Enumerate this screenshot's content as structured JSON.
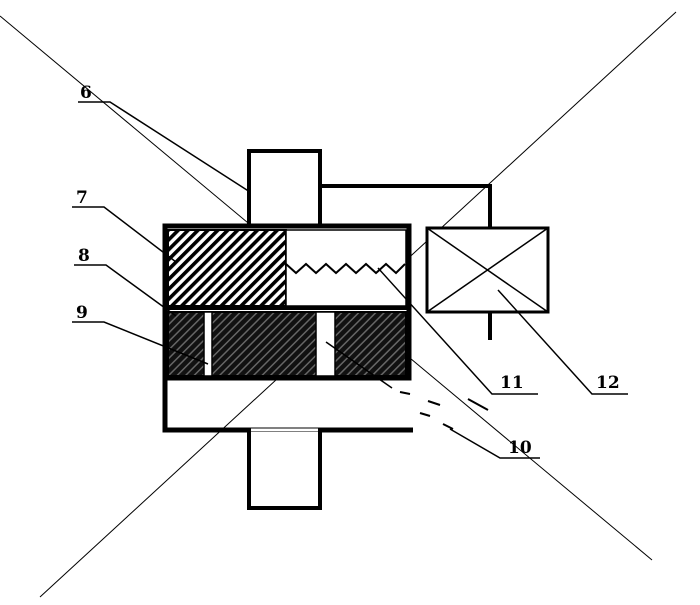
{
  "labels": {
    "l6": "6",
    "l7": "7",
    "l8": "8",
    "l9": "9",
    "l10": "10",
    "l11": "11",
    "l12": "12"
  },
  "colors": {
    "ink": "#000000",
    "paper": "#ffffff"
  }
}
